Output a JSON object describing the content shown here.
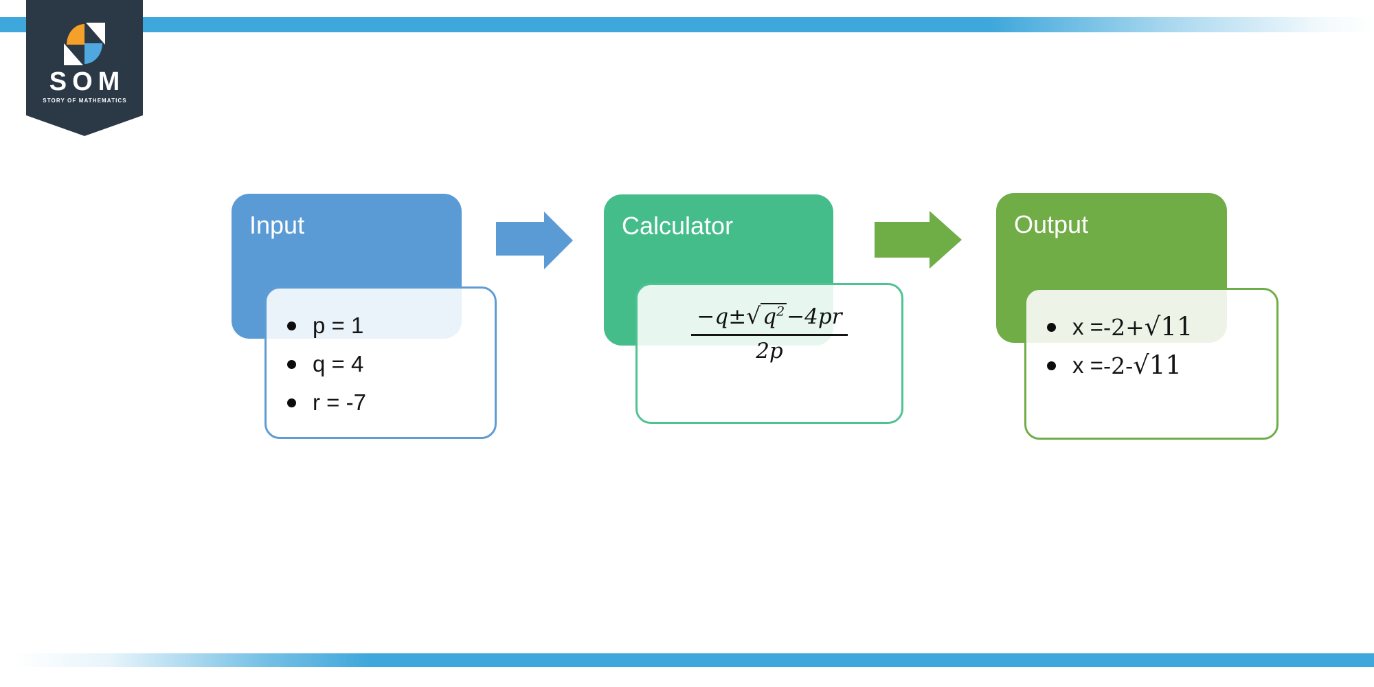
{
  "page": {
    "background_color": "#ffffff",
    "bar_color": "#3ea7db"
  },
  "logo": {
    "text": "SOM",
    "tagline": "STORY OF MATHEMATICS",
    "banner_color": "#2b3845",
    "icon_colors": {
      "orange": "#f5a028",
      "blue": "#4fa8e0",
      "white": "#ffffff"
    }
  },
  "flow": {
    "input": {
      "title": "Input",
      "box_color": "#5b9bd5",
      "items": [
        "p = 1",
        "q = 4",
        "r = -7"
      ]
    },
    "calculator": {
      "title": "Calculator",
      "box_color": "#45bd8b",
      "formula": {
        "numerator_prefix": "−q±",
        "radical_sign": "√",
        "radicand_base": "q",
        "radicand_exponent": "2",
        "numerator_suffix": "−4pr",
        "denominator": "2p"
      }
    },
    "output": {
      "title": "Output",
      "box_color": "#71ad47",
      "items": [
        {
          "lhs": "x = ",
          "value": "-2+",
          "radical": "√11"
        },
        {
          "lhs": "x = ",
          "value": "-2-",
          "radical": "√11"
        }
      ]
    },
    "arrows": [
      {
        "name": "input-to-calculator",
        "color": "#5b9bd5"
      },
      {
        "name": "calculator-to-output",
        "color": "#6fad47"
      }
    ]
  }
}
